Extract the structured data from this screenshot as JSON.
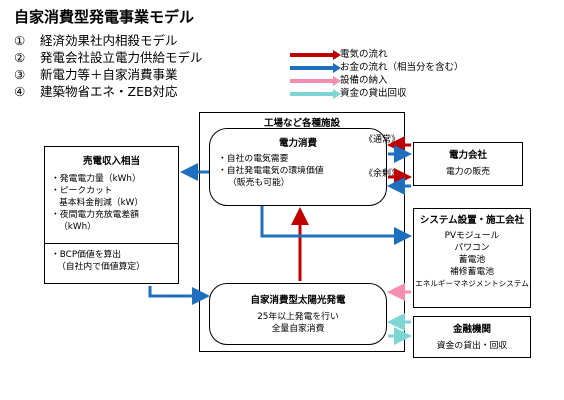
{
  "title": "自家消費型発電事業モデル",
  "models": [
    {
      "num": "①",
      "label": "経済効果社内相殺モデル"
    },
    {
      "num": "②",
      "label": "発電会社設立電力供給モデル"
    },
    {
      "num": "③",
      "label": "新電力等＋自家消費事業"
    },
    {
      "num": "④",
      "label": "建築物省エネ・ZEB対応"
    }
  ],
  "legend": [
    {
      "label": "電気の流れ",
      "color": "#c00000"
    },
    {
      "label": "お金の流れ（相当分を含む）",
      "color": "#1f6fbf"
    },
    {
      "label": "設備の納入",
      "color": "#f48fb1"
    },
    {
      "label": "資金の貸出回収",
      "color": "#7fd4d4"
    }
  ],
  "facility": {
    "title": "工場など各種施設",
    "consumption": {
      "title": "電力消費",
      "items": [
        "・自社の電気需要",
        "・自社発電電気の環境価値",
        "（販売も可能）"
      ]
    },
    "generation": {
      "title": "自家消費型太陽光発電",
      "lines": [
        "25年以上発電を行い",
        "全量自家消費"
      ]
    }
  },
  "income": {
    "title": "売電収入相当",
    "items": [
      "・発電電力量（kWh）",
      "・ピークカット",
      "基本料金削減（kW）",
      "・夜間電力充放電差額",
      "（kWh）"
    ],
    "bcp": [
      "・BCP価値を算出",
      "（自社内で価値算定）"
    ]
  },
  "power_company": {
    "title": "電力会社",
    "text": "電力の販売"
  },
  "normal_label": "《通常》",
  "surplus_label": "《余剰》",
  "system_company": {
    "title": "システム設置・施工会社",
    "items": [
      "PVモジュール",
      "パワコン",
      "蓄電池",
      "補修蓄電池",
      "エネルギーマネジメントシステム"
    ]
  },
  "finance": {
    "title": "金融機関",
    "text": "資金の貸出・回収"
  }
}
